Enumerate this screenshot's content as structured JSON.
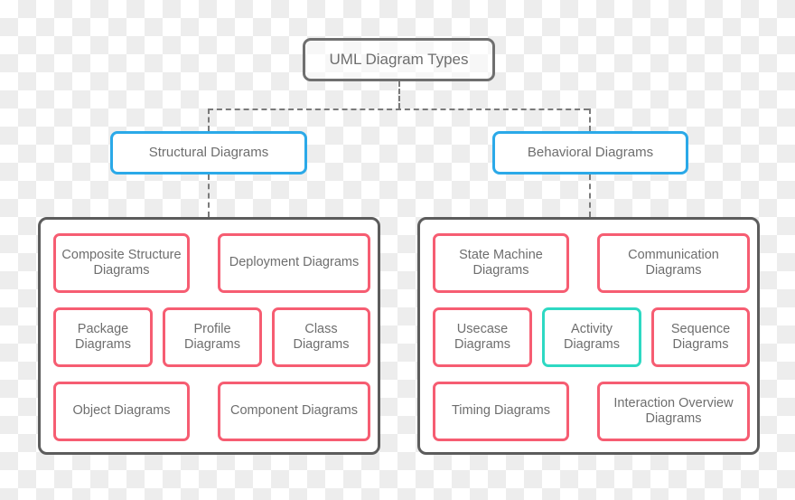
{
  "diagram": {
    "title": "UML Diagram Types",
    "root": {
      "label": "UML Diagram Types"
    },
    "branches": [
      {
        "label": "Structural Diagrams",
        "accent_color": "#2ba9e8",
        "children": [
          {
            "label": "Composite Structure Diagrams",
            "color": "#f65d72"
          },
          {
            "label": "Deployment Diagrams",
            "color": "#f65d72"
          },
          {
            "label": "Package Diagrams",
            "color": "#f65d72"
          },
          {
            "label": "Profile Diagrams",
            "color": "#f65d72"
          },
          {
            "label": "Class Diagrams",
            "color": "#f65d72"
          },
          {
            "label": "Object Diagrams",
            "color": "#f65d72"
          },
          {
            "label": "Component Diagrams",
            "color": "#f65d72"
          }
        ]
      },
      {
        "label": "Behavioral Diagrams",
        "accent_color": "#2ba9e8",
        "children": [
          {
            "label": "State Machine Diagrams",
            "color": "#f65d72"
          },
          {
            "label": "Communication Diagrams",
            "color": "#f65d72"
          },
          {
            "label": "Usecase Diagrams",
            "color": "#f65d72"
          },
          {
            "label": "Activity Diagrams",
            "color": "#2ed9c3"
          },
          {
            "label": "Sequence Diagrams",
            "color": "#f65d72"
          },
          {
            "label": "Timing Diagrams",
            "color": "#f65d72"
          },
          {
            "label": "Interaction Overview Diagrams",
            "color": "#f65d72"
          }
        ]
      }
    ],
    "colors": {
      "root_border": "#6f6f6f",
      "branch_border": "#2ba9e8",
      "group_border": "#5c5c5c",
      "leaf_border": "#f65d72",
      "leaf_accent_border": "#2ed9c3",
      "text": "#6e6e6e",
      "connector": "#7a7a7a"
    }
  }
}
